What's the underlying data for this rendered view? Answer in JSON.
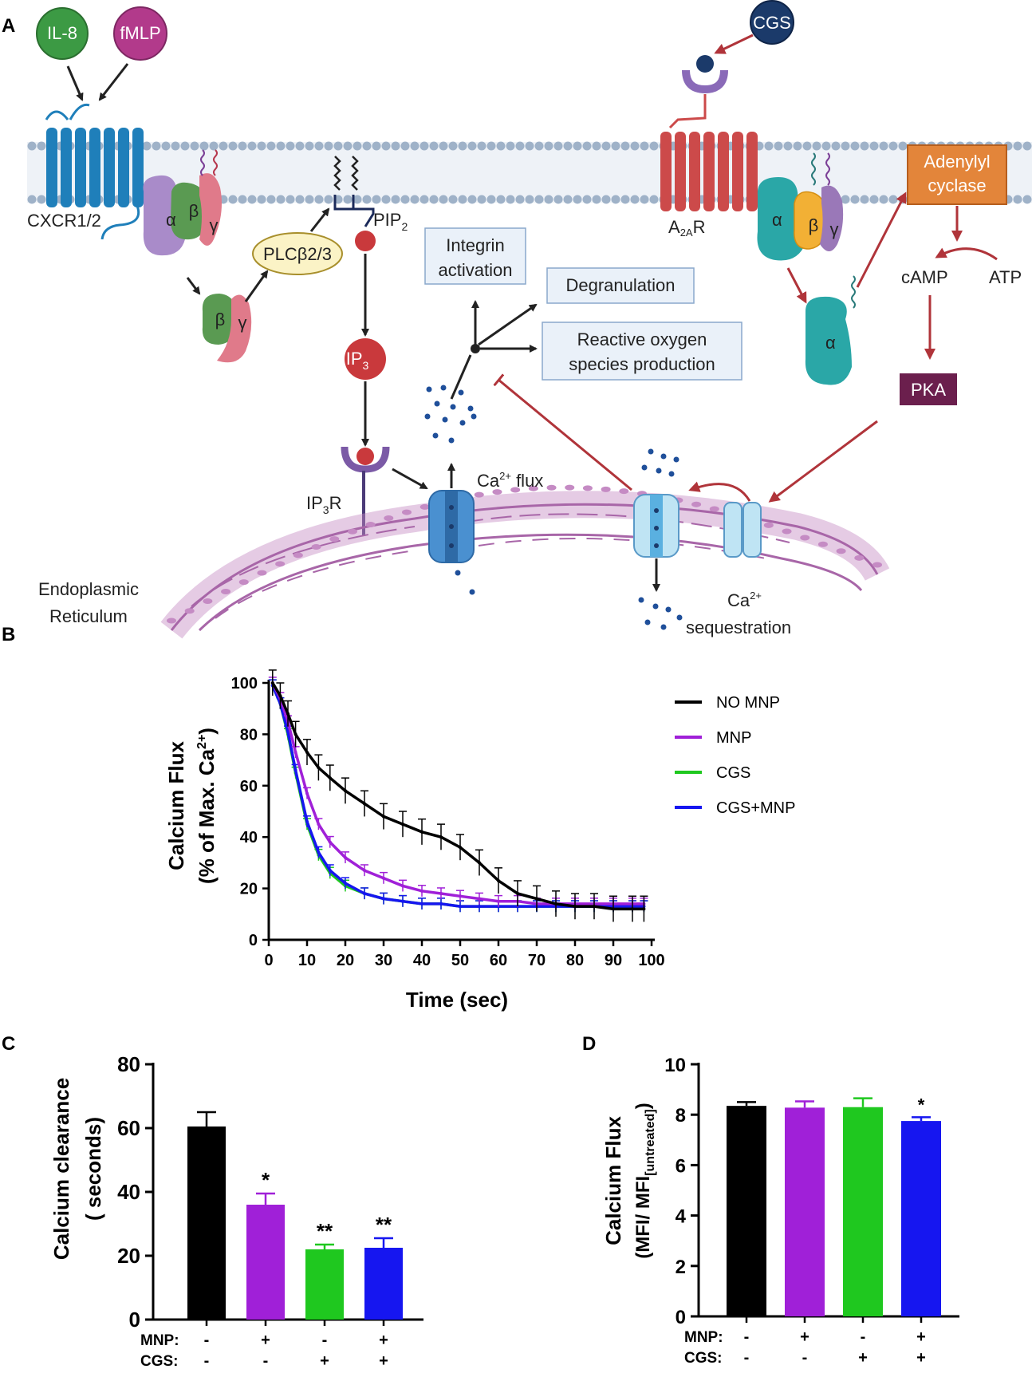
{
  "panels": {
    "A": "A",
    "B": "B",
    "C": "C",
    "D": "D"
  },
  "pathway": {
    "il8": "IL-8",
    "fmlp": "fMLP",
    "cgs": "CGS",
    "cxcr": "CXCR1/2",
    "a2ar_main": "A",
    "a2ar_sub": "2A",
    "a2ar_end": "R",
    "alpha": "α",
    "beta": "β",
    "gamma": "γ",
    "plc": "PLCβ2/3",
    "pip_main": "PIP",
    "pip_sub": "2",
    "ip3_main": "IP",
    "ip3_sub": "3",
    "ip3r_main": "IP",
    "ip3r_sub": "3",
    "ip3r_end": "R",
    "integrin_l1": "Integrin",
    "integrin_l2": "activation",
    "degranulation": "Degranulation",
    "ros_l1": "Reactive oxygen",
    "ros_l2": "species production",
    "adenylyl_l1": "Adenylyl",
    "adenylyl_l2": "cyclase",
    "camp": "cAMP",
    "atp": "ATP",
    "pka": "PKA",
    "caflux_main": "Ca",
    "caflux_sup": "2+",
    "caflux_end": " flux",
    "caseq_main": "Ca",
    "caseq_sup": "2+",
    "caseq_l2": "sequestration",
    "er_l1": "Endoplasmic",
    "er_l2": "Reticulum"
  },
  "colors": {
    "cxcr": "#1f7fba",
    "a2ar": "#cc4a4a",
    "alpha_left": "#a98bc9",
    "beta_left": "#5a9a52",
    "gamma": "#e07a8a",
    "alpha_right": "#2aa7a7",
    "beta_right": "#f2b035",
    "gamma_right": "#9a78b8",
    "adenylyl": "#e3853a",
    "pka": "#6b1f4d",
    "er": "#c58bc4",
    "red_arrow": "#b0343a",
    "NO MNP": "#000000",
    "MNP": "#a020d8",
    "CGS": "#1fc81f",
    "CGS+MNP": "#1616f0"
  },
  "chart_data": [
    {
      "panel": "B",
      "type": "line",
      "xlabel": "Time (sec)",
      "ylabel_l1": "Calcium Flux",
      "ylabel_l2": "(% of Max. Ca",
      "ylabel_sup": "2+",
      "ylabel_end": ")",
      "xlim": [
        0,
        100
      ],
      "ylim": [
        0,
        100
      ],
      "xticks": [
        0,
        10,
        20,
        30,
        40,
        50,
        60,
        70,
        80,
        90,
        100
      ],
      "yticks": [
        0,
        20,
        40,
        60,
        80,
        100
      ],
      "legend": "top-right",
      "x": [
        1,
        3,
        5,
        7,
        10,
        13,
        16,
        20,
        25,
        30,
        35,
        40,
        45,
        50,
        55,
        60,
        65,
        70,
        75,
        80,
        85,
        90,
        95,
        98
      ],
      "series": [
        {
          "name": "NO MNP",
          "values": [
            100,
            95,
            88,
            80,
            73,
            67,
            63,
            58,
            53,
            48,
            45,
            42,
            40,
            36,
            30,
            23,
            18,
            16,
            14,
            13,
            13,
            12,
            12,
            12
          ]
        },
        {
          "name": "MNP",
          "values": [
            100,
            94,
            85,
            73,
            57,
            45,
            38,
            32,
            27,
            24,
            21,
            19,
            18,
            17,
            16,
            15,
            15,
            14,
            14,
            14,
            14,
            14,
            14,
            14
          ]
        },
        {
          "name": "CGS",
          "values": [
            99,
            92,
            80,
            65,
            45,
            33,
            26,
            21,
            18,
            16,
            15,
            14,
            14,
            13,
            13,
            13,
            13,
            13,
            13,
            13,
            13,
            13,
            13,
            13
          ]
        },
        {
          "name": "CGS+MNP",
          "values": [
            99,
            92,
            81,
            66,
            46,
            34,
            27,
            22,
            18,
            16,
            15,
            14,
            14,
            13,
            13,
            13,
            13,
            13,
            13,
            13,
            13,
            13,
            13,
            13
          ]
        }
      ]
    },
    {
      "panel": "C",
      "type": "bar",
      "ylabel_l1": "Calcium clearance",
      "ylabel_l2": "( seconds)",
      "ylim": [
        0,
        80
      ],
      "yticks": [
        0,
        20,
        40,
        60,
        80
      ],
      "categories": [
        "NO MNP",
        "MNP",
        "CGS",
        "CGS+MNP"
      ],
      "values": [
        60.5,
        36,
        22,
        22.5
      ],
      "errors": [
        4.5,
        3.5,
        1.5,
        3
      ],
      "significance": [
        "",
        "*",
        "**",
        "**"
      ],
      "rows": [
        {
          "label": "MNP:",
          "values": [
            "-",
            "+",
            "-",
            "+"
          ]
        },
        {
          "label": "CGS:",
          "values": [
            "-",
            "-",
            "+",
            "+"
          ]
        }
      ]
    },
    {
      "panel": "D",
      "type": "bar",
      "ylabel_l1": "Calcium Flux",
      "ylabel_l2": "(MFI/ MFI",
      "ylabel_sub": "[untreated]",
      "ylabel_end": ")",
      "ylim": [
        0,
        10
      ],
      "yticks": [
        0,
        2,
        4,
        6,
        8,
        10
      ],
      "categories": [
        "NO MNP",
        "MNP",
        "CGS",
        "CGS+MNP"
      ],
      "values": [
        8.35,
        8.28,
        8.3,
        7.75
      ],
      "errors": [
        0.15,
        0.25,
        0.35,
        0.15
      ],
      "significance": [
        "",
        "",
        "",
        "*"
      ],
      "rows": [
        {
          "label": "MNP:",
          "values": [
            "-",
            "+",
            "-",
            "+"
          ]
        },
        {
          "label": "CGS:",
          "values": [
            "-",
            "-",
            "+",
            "+"
          ]
        }
      ]
    }
  ]
}
